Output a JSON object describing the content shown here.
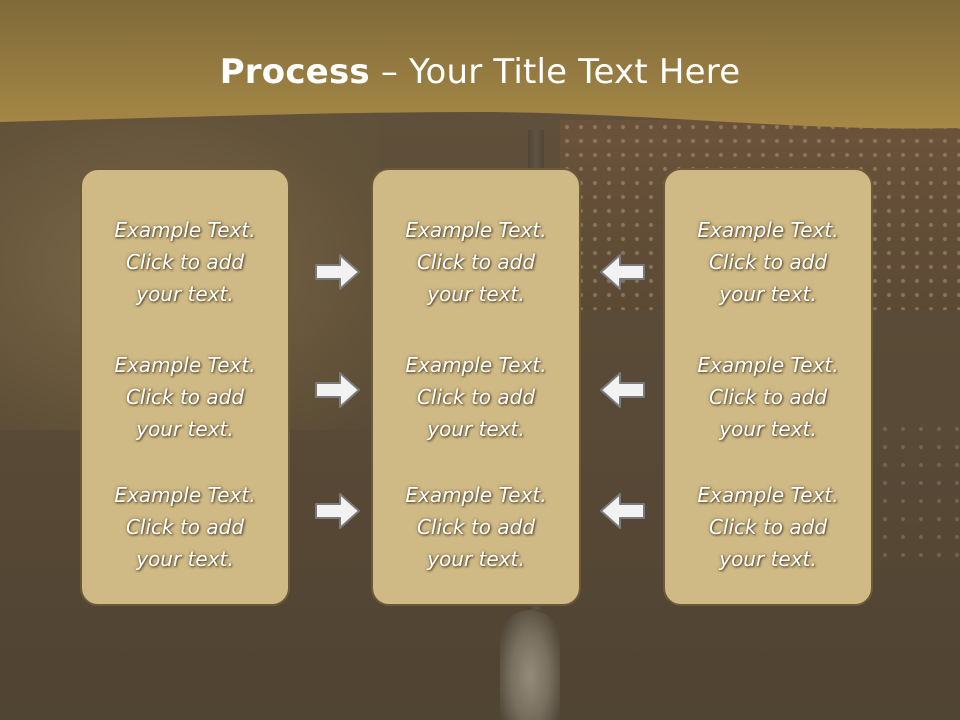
{
  "title": {
    "bold": "Process",
    "rest": " – Your Title Text Here"
  },
  "colors": {
    "title_band": "#9e8244",
    "box_fill": "#cfb985",
    "box_border": "#6b5a3a",
    "arrow_fill": "#f2f2f2",
    "arrow_stroke": "#7a7a7a"
  },
  "columns": [
    {
      "items": [
        {
          "line1": "Example Text.",
          "line2": "Click  to add",
          "line3": "your text."
        },
        {
          "line1": "Example Text.",
          "line2": "Click  to add",
          "line3": "your text."
        },
        {
          "line1": "Example Text.",
          "line2": "Click  to add",
          "line3": "your text."
        }
      ]
    },
    {
      "items": [
        {
          "line1": "Example Text.",
          "line2": "Click  to add",
          "line3": "your text."
        },
        {
          "line1": "Example Text.",
          "line2": "Click  to add",
          "line3": "your text."
        },
        {
          "line1": "Example Text.",
          "line2": "Click  to add",
          "line3": "your text."
        }
      ]
    },
    {
      "items": [
        {
          "line1": "Example Text.",
          "line2": "Click  to add",
          "line3": "your text."
        },
        {
          "line1": "Example Text.",
          "line2": "Click  to add",
          "line3": "your text."
        },
        {
          "line1": "Example Text.",
          "line2": "Click  to add",
          "line3": "your text."
        }
      ]
    }
  ],
  "arrows": {
    "left_group": "arrow-right-icon",
    "right_group": "arrow-left-icon"
  }
}
